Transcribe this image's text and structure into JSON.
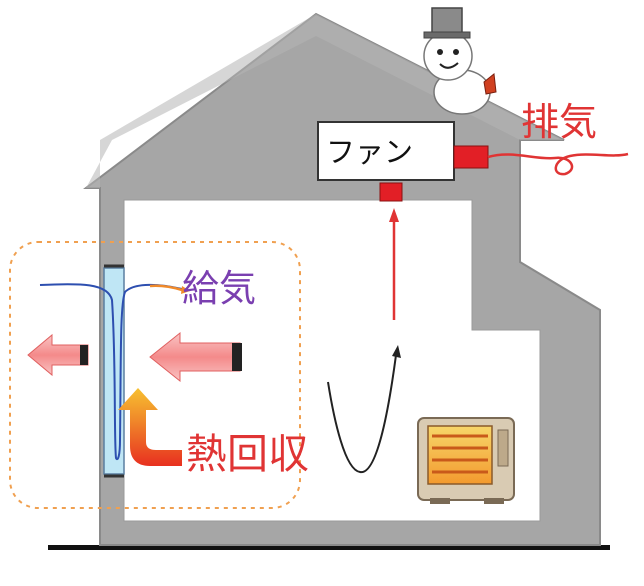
{
  "labels": {
    "fan": "ファン",
    "exhaust": "排気",
    "supply": "給気",
    "heat_recovery": "熱回収"
  },
  "colors": {
    "house_wall": "#a8a8a8",
    "house_outline": "#8a8a8a",
    "interior": "#ffffff",
    "exhaust_red": "#e03434",
    "supply_purple": "#7a3fb0",
    "arrow_pink": "#f7a7a7",
    "heat_orange": "#f08a2a",
    "heat_yellow": "#f5d23c",
    "window_blue": "#bfe6f5",
    "dashed_zone": "#f0a050"
  },
  "icons": [
    "snowman-icon",
    "heater-icon",
    "heat-recovery-arrow-icon",
    "airflow-arrow-icon"
  ]
}
